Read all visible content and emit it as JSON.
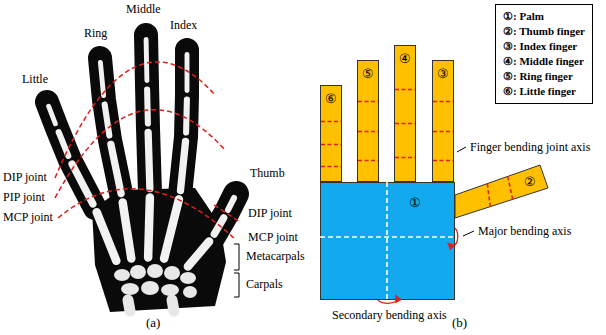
{
  "diagram": {
    "nodes": [
      {
        "text": [
          "①"
        ]
      },
      {
        "text": [
          "②"
        ]
      },
      {
        "text": [
          "③"
        ]
      },
      {
        "text": [
          "④"
        ]
      },
      {
        "text": [
          "⑤"
        ]
      },
      {
        "text": [
          "⑥"
        ]
      },
      {
        "text": [
          "①: Palm",
          "②: Thumb finger",
          "③: Index finger",
          "④: Middle finger",
          "⑤: Ring finger",
          "⑥: Little finger"
        ]
      }
    ],
    "labels": [
      "Little",
      "Ring",
      "Middle",
      "Index",
      "Thumb",
      "DIP joint",
      "PIP joint",
      "MCP joint",
      "DIP joint",
      "MCP joint",
      "Metacarpals",
      "Carpals",
      "(a)",
      "Finger bending joint axis",
      "Major bending axis",
      "Secondary bending axis",
      "(b)"
    ]
  }
}
